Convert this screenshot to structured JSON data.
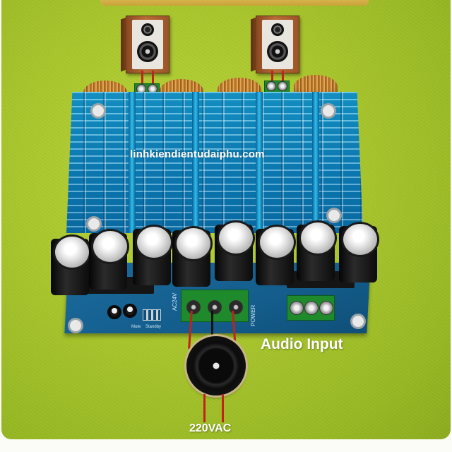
{
  "image": {
    "watermark": "linhkiendientudaiphu.com",
    "labels": {
      "audio_input": "Audio Input",
      "power": "220VAC"
    },
    "pcb_text": {
      "ac_label": "AC24V",
      "power_label": "POWER",
      "mute_label": "Mute",
      "standby_label": "Standby"
    },
    "colors": {
      "background": "#a8c62c",
      "heatsink": "#0f86c0",
      "pcb": "#145d8c",
      "terminal": "#1f8a2c",
      "wire": "#c0231c"
    }
  }
}
